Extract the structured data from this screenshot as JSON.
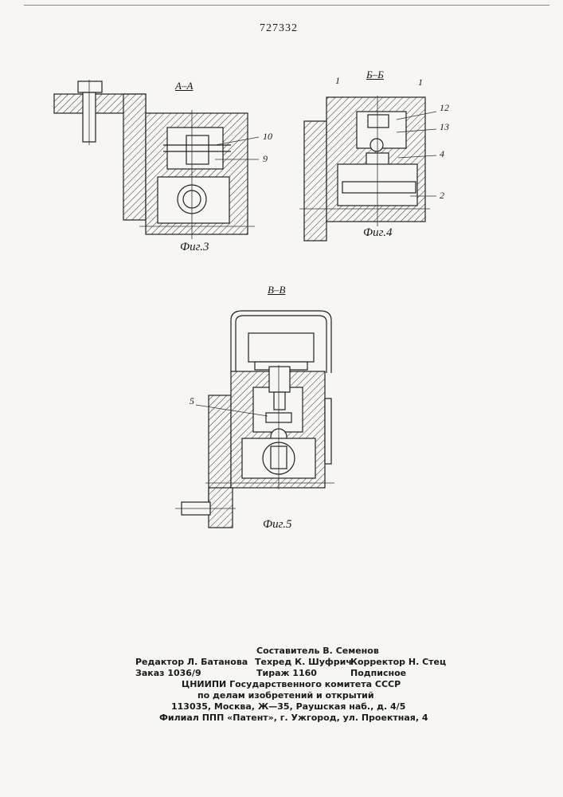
{
  "header": {
    "patent_number": "727332"
  },
  "figures": {
    "fig3": {
      "section": "А–А",
      "caption": "Фиг.3",
      "labels": [
        "10",
        "9"
      ]
    },
    "fig4": {
      "section": "Б–Б",
      "caption": "Фиг.4",
      "labels": [
        "1",
        "1",
        "12",
        "13",
        "4",
        "2"
      ]
    },
    "fig5": {
      "section": "В–В",
      "caption": "Фиг.5",
      "labels": [
        "5"
      ]
    }
  },
  "footer": {
    "compiler": "Составитель В. Семенов",
    "editor": "Редактор Л. Батанова",
    "techred": "Техред К. Шуфрич",
    "corrector": "Корректор Н. Стец",
    "order": "Заказ 1036/9",
    "circulation": "Тираж 1160",
    "subscription": "Подписное",
    "org_line1": "ЦНИИПИ Государственного комитета СССР",
    "org_line2": "по делам изобретений и открытий",
    "org_line3": "113035, Москва, Ж—35, Раушская наб., д. 4/5",
    "org_line4": "Филиал ППП «Патент», г. Ужгород, ул. Проектная, 4"
  }
}
